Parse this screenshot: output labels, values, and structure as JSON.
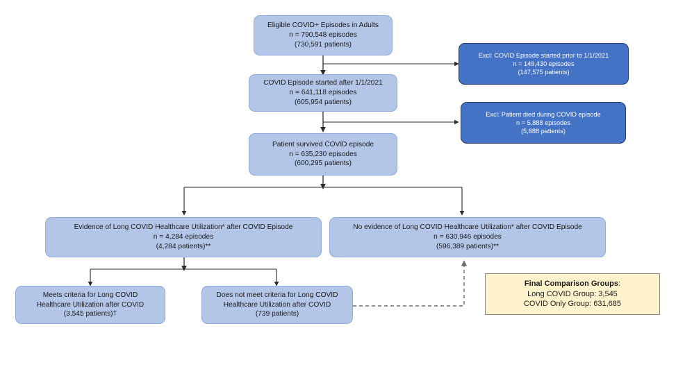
{
  "diagram": {
    "type": "flowchart",
    "title": "COVID cohort selection flow diagram",
    "colors": {
      "process_fill": "#b3c6e7",
      "process_border": "#8ea9db",
      "exclusion_fill": "#4472c4",
      "exclusion_border": "#1f3864",
      "summary_fill": "#fdf2cc",
      "summary_border": "#868686",
      "edge": "#3f3f3f"
    },
    "nodes": {
      "eligible": {
        "line1": "Eligible COVID+ Episodes in Adults",
        "line2": "n = 790,548 episodes",
        "line3": "(730,591 patients)"
      },
      "started_after": {
        "line1": "COVID Episode started after 1/1/2021",
        "line2": "n = 641,118 episodes",
        "line3": "(605,954 patients)"
      },
      "survived": {
        "line1": "Patient survived COVID episode",
        "line2": "n = 635,230 episodes",
        "line3": "(600,295 patients)"
      },
      "excl_prior": {
        "line1": "Excl: COVID Episode started prior to 1/1/2021",
        "line2": "n = 149,430 episodes",
        "line3": "(147,575 patients)"
      },
      "excl_died": {
        "line1": "Excl: Patient died during COVID episode",
        "line2": "n = 5,888 episodes",
        "line3": "(5,888 patients)"
      },
      "evidence": {
        "line1": "Evidence of Long COVID Healthcare Utilization* after COVID Episode",
        "line2": "n = 4,284 episodes",
        "line3": "(4,284 patients)**"
      },
      "no_evidence": {
        "line1": "No evidence of Long COVID Healthcare Utilization* after COVID Episode",
        "line2": "n = 630,946 episodes",
        "line3": "(596,389 patients)**"
      },
      "meets": {
        "line1": "Meets criteria for Long COVID",
        "line2": "Healthcare Utilization after COVID",
        "line3": "(3,545 patients)†"
      },
      "not_meets": {
        "line1": "Does not meet criteria for Long COVID",
        "line2": "Healthcare Utilization after COVID",
        "line3": "(739 patients)"
      },
      "final": {
        "line1": "Final Comparison Groups",
        "line1_suffix": ":",
        "line2": "Long COVID Group: 3,545",
        "line3": "COVID Only Group: 631,685"
      }
    }
  }
}
